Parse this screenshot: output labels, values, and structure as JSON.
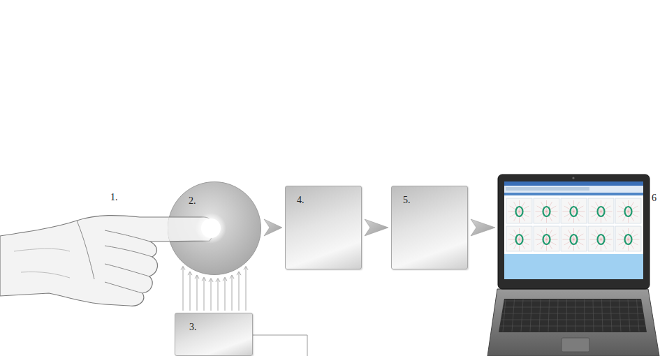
{
  "diagram": {
    "nodes": [
      {
        "text": [
          "2."
        ]
      },
      {
        "text": [
          "4."
        ]
      },
      {
        "text": [
          "5."
        ]
      },
      {
        "text": [
          "6"
        ]
      },
      {
        "text": [
          "3."
        ]
      }
    ],
    "edges": [
      {
        "from": 0,
        "to": 1,
        "arrow": "to"
      },
      {
        "from": 1,
        "to": 2,
        "arrow": "to"
      },
      {
        "from": 2,
        "to": 3,
        "arrow": "to"
      },
      {
        "from": 4,
        "to": 0,
        "arrow": "to"
      }
    ],
    "labels": [
      "1."
    ]
  }
}
